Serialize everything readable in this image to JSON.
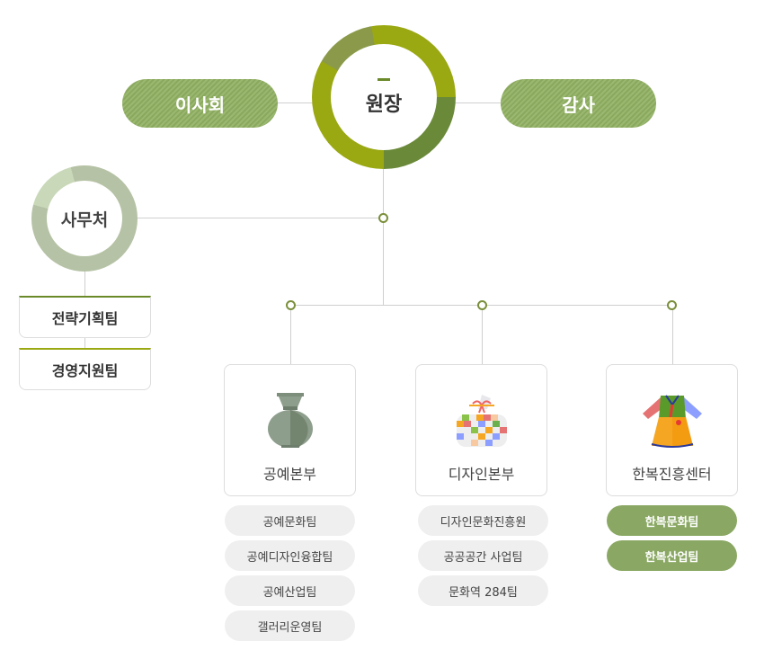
{
  "director": {
    "label": "원장"
  },
  "board": {
    "label": "이사회"
  },
  "audit": {
    "label": "감사"
  },
  "office": {
    "label": "사무처",
    "teams": [
      "전략기획팀",
      "경영지원팀"
    ]
  },
  "departments": [
    {
      "label": "공예본부",
      "icon": "vase-icon",
      "teams": [
        "공예문화팀",
        "공예디자인융합팀",
        "공예산업팀",
        "갤러리운영팀"
      ]
    },
    {
      "label": "디자인본부",
      "icon": "wrapped-bundle-icon",
      "teams": [
        "디자인문화진흥원",
        "공공공간 사업팀",
        "문화역 284팀"
      ]
    },
    {
      "label": "한복진흥센터",
      "icon": "hanbok-icon",
      "teams": [
        "한복문화팀",
        "한복산업팀"
      ]
    }
  ],
  "colors": {
    "accent": "#9aa812",
    "dark_green": "#6a8a3a",
    "pill_green": "#8aa863",
    "office_ring": "#b5c2a5"
  }
}
